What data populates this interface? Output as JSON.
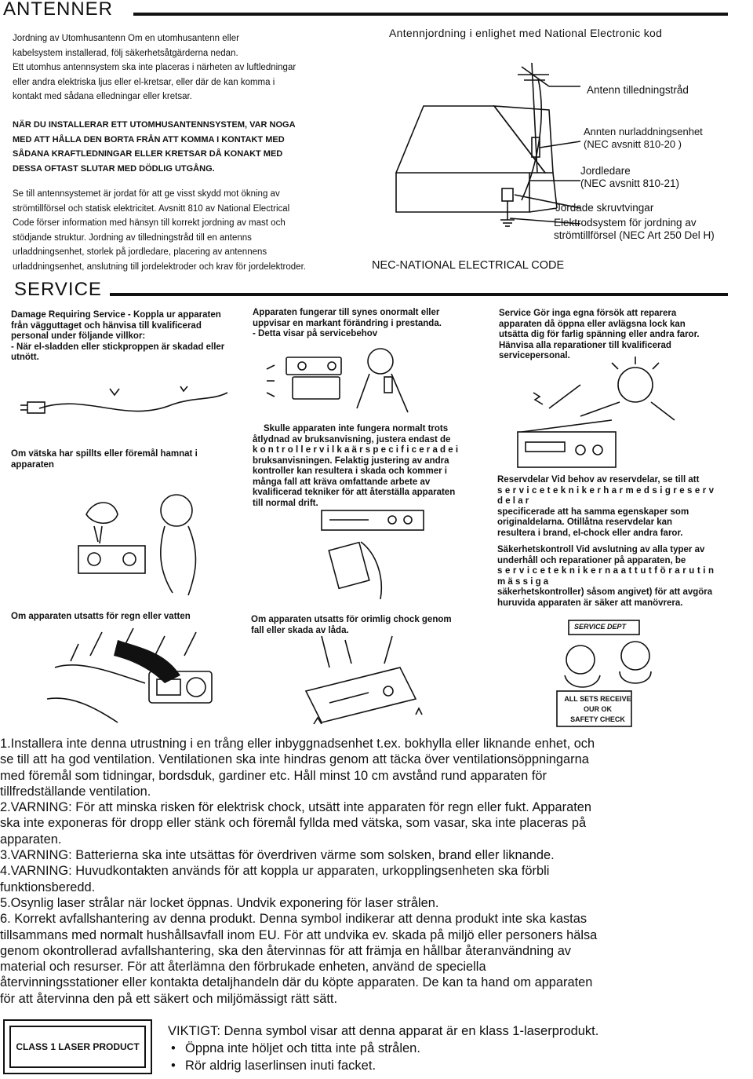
{
  "sections": {
    "antenner_title": "ANTENNER",
    "service_title": "SERVICE"
  },
  "antenna_intro": [
    "Jordning av Utomhusantenn  Om en utomhusantenn eller",
    "kabelsystem installerad, följ säkerhetsåtgärderna nedan.",
    "Ett utomhus antennsystem ska inte placeras i närheten av luftledningar",
    "eller andra elektriska ljus eller el-kretsar, eller där de kan komma i",
    "kontakt med sådana elledningar eller kretsar."
  ],
  "antenna_warning": [
    "NÄR DU INSTALLERAR ETT UTOMHUSANTENNSYSTEM, VAR NOGA",
    "MED ATT HÅLLA DEN BORTA FRÅN ATT KOMMA I KONTAKT MED",
    "SÅDANA KRAFTLEDNINGAR ELLER KRETSAR DÅ KONAKT MED",
    "DESSA OFTAST SLUTAR MED DÖDLIG UTGÅNG."
  ],
  "antenna_ground": [
    "Se till antennsystemet är jordat för att ge visst skydd mot ökning av",
    "strömtillförsel och statisk elektricitet.  Avsnitt 810 av National Electrical",
    "Code förser information med hänsyn till korrekt jordning av mast och",
    "stödjande struktur. Jordning av tilledningstråd till en antenns",
    "urladdningsenhet, storlek på jordledare, placering av antennens",
    "urladdningsenhet, anslutning till jordelektroder och krav för jordelektroder."
  ],
  "diagram": {
    "title": "Antennjordning i enlighet med National Electronic kod",
    "lead_in": "Antenn tilledningstråd",
    "discharge_unit": "Annten nurladdningsenhet",
    "discharge_ref": "(NEC avsnitt 810-20 )",
    "ground_wire": "Jordledare",
    "ground_wire_ref": "(NEC avsnitt 810-21)",
    "clamp": "Jordade skruvtvingar",
    "electrode": "Elektrodsystem för jordning av",
    "electrode_ref": "strömtillförsel  (NEC Art 250 Del H)",
    "footer": "NEC-NATIONAL ELECTRICAL CODE"
  },
  "service": {
    "damage": [
      "Damage Requiring Service - Koppla ur apparaten",
      "från vägguttaget och hänvisa till kvalificerad",
      "personal under följande villkor:",
      "- När el-sladden eller stickproppen är skadad eller",
      "utnött."
    ],
    "abnormal": [
      "Apparaten fungerar till synes onormalt eller",
      "uppvisar en markant förändring i prestanda.",
      "- Detta visar på servicebehov"
    ],
    "self_service": [
      "Service   Gör inga egna försök att reparera",
      "apparaten då öppna eller avlägsna lock kan",
      "utsätta dig för farlig spänning eller andra faror.",
      "Hänvisa  alla  reparationer  till  kvalificerad",
      "servicepersonal."
    ],
    "liquid": [
      "Om vätska har spillts eller föremål hamnat i",
      "apparaten"
    ],
    "not_working": [
      "Skulle apparaten inte fungera normalt trots",
      "åtlydnad av bruksanvisning, justera endast de",
      "k o n t r o l l e r   v i l k a   ä r   s p e c i f i c e r a d e   i",
      "bruksanvisningen. Felaktig justering av andra",
      "kontroller kan resultera i skada och kommer i",
      "många  fall  att  kräva  omfattande  arbete  av",
      "kvalificerad tekniker för att återställa apparaten",
      "till normal drift."
    ],
    "parts": [
      "Reservdelar  Vid behov av reservdelar, se till att",
      "s e r v i c e t e k n i k e r   h a r   m e d   s i g   r e s e r v d e l a r",
      "specificerade  att  ha  samma  egenskaper  som",
      "originaldelarna.         Otillåtna  reservdelar  kan",
      "resultera i brand, el-chock eller andra faror."
    ],
    "safety_check": [
      "Säkerhetskontroll  Vid avslutning av alla typer av",
      "underhåll  och  reparationer  på  apparaten,  be",
      "s e r v i c e t e k n i k e r n a   a t t   u t f ö r a   r u t i n m ä s s i g a",
      "säkerhetskontroller) såsom angivet) för att avgöra",
      "huruvida apparaten är säker att manövrera."
    ],
    "rain": "Om apparaten utsatts för regn eller vatten",
    "shock": [
      "Om apparaten utsatts för orimlig chock genom",
      "fall eller skada av låda."
    ],
    "sign_service_dept": "SERVICE DEPT",
    "sign_counter": [
      "ALL SETS RECEIVE",
      "OUR   OK",
      "SAFETY CHECK"
    ]
  },
  "instructions": [
    "1.Installera inte denna utrustning i en trång eller inbyggnadsenhet t.ex. bokhylla eller liknande enhet, och",
    "se till att ha god ventilation. Ventilationen ska inte hindras genom att täcka över ventilationsöppningarna",
    "med föremål som tidningar, bordsduk, gardiner etc. Håll minst 10 cm avstånd rund apparaten för",
    "tillfredställande ventilation.",
    "2.VARNING: För att minska risken för elektrisk chock, utsätt inte apparaten för regn eller fukt. Apparaten",
    "ska inte exponeras för dropp eller stänk och föremål fyllda med vätska, som vasar, ska inte placeras på",
    "apparaten.",
    "3.VARNING: Batterierna ska inte utsättas för överdriven värme som solsken, brand eller liknande.",
    "4.VARNING: Huvudkontakten används för att koppla ur apparaten, urkopplingsenheten ska förbli",
    "funktionsberedd.",
    "5.Osynlig laser strålar när locket öppnas. Undvik exponering för laser strålen.",
    "6. Korrekt avfallshantering av denna produkt. Denna symbol indikerar att denna produkt inte ska kastas",
    "tillsammans med normalt hushållsavfall inom EU. För att undvika ev. skada på miljö eller personers hälsa",
    "genom okontrollerad avfallshantering, ska den återvinnas för att främja en hållbar återanvändning av",
    "material och resurser. För att återlämna den förbrukade enheten, använd de speciella",
    "återvinningsstationer eller kontakta detaljhandeln där du köpte apparaten. De kan ta hand om apparaten",
    "för att återvinna den på ett säkert och miljömässigt rätt sätt."
  ],
  "laser": {
    "label": "CLASS 1 LASER PRODUCT",
    "notice": "VIKTIGT: Denna symbol visar att denna apparat är en klass 1-laserprodukt.",
    "bullets": [
      "Öppna inte höljet och titta inte på strålen.",
      "Rör aldrig laserlinsen inuti facket."
    ]
  }
}
